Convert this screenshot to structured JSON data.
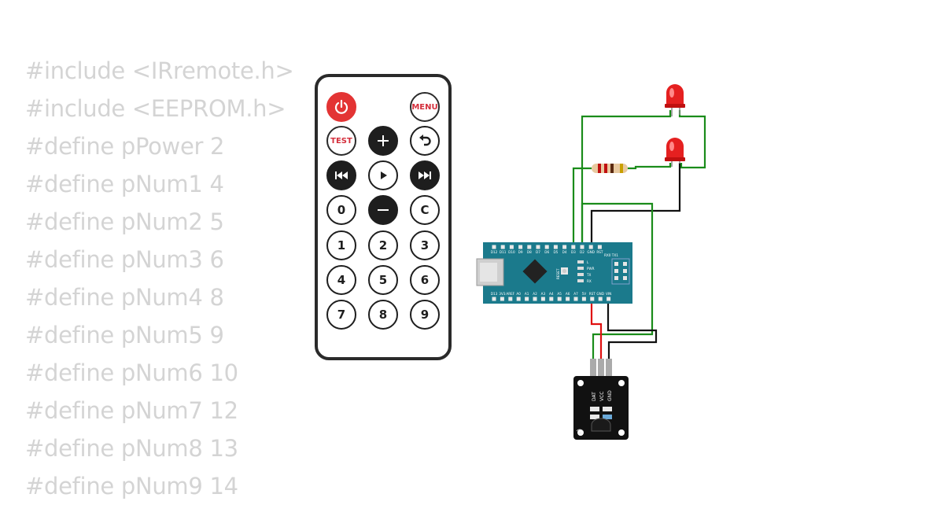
{
  "code_lines": [
    "#include <IRremote.h>",
    "#include <EEPROM.h>",
    "#define pPower 2",
    "#define pNum1 4",
    "#define pNum2 5",
    "#define pNum3 6",
    "#define pNum4 8",
    "#define pNum5 9",
    "#define pNum6 10",
    "#define pNum7 12",
    "#define pNum8 13",
    "#define pNum9 14"
  ],
  "remote": {
    "menu_label": "MENU",
    "test_label": "TEST",
    "zero_label": "0",
    "clear_label": "C",
    "digits": [
      "1",
      "2",
      "3",
      "4",
      "5",
      "6",
      "7",
      "8",
      "9"
    ]
  },
  "arduino": {
    "top_pins": [
      "D12",
      "D11",
      "D10",
      "D9",
      "D8",
      "D7",
      "D6",
      "D5",
      "D4",
      "D3",
      "D2",
      "GND",
      "RST"
    ],
    "bottom_pins": [
      "D13",
      "3V3",
      "AREF",
      "A0",
      "A1",
      "A2",
      "A3",
      "A4",
      "A5",
      "A6",
      "A7",
      "5V",
      "RST",
      "GND",
      "VIN"
    ],
    "reset_label": "RESET",
    "rxtx_label": "RX0 TX1",
    "led_labels": [
      "L",
      "PWR",
      "TX",
      "RX"
    ]
  },
  "ir_receiver": {
    "pins": [
      "DAT",
      "VCC",
      "GND"
    ]
  },
  "colors": {
    "wire_green": "#1a8c1a",
    "wire_black": "#111111",
    "wire_red": "#e01010",
    "board": "#1b7a8c",
    "led_red": "#e52020"
  }
}
